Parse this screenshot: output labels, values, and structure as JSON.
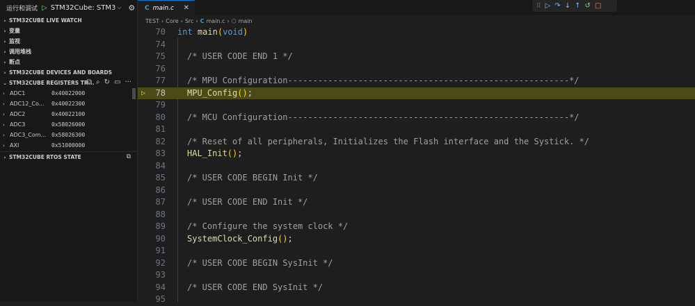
{
  "sidebar": {
    "run_debug_label": "运行和调试",
    "config_name": "STM32Cube: STM3",
    "sections": {
      "live_watch": "STM32CUBE LIVE WATCH",
      "variables": "变量",
      "watch": "监视",
      "call_stack": "调用堆栈",
      "breakpoints": "断点",
      "devices_boards": "STM32CUBE DEVICES AND BOARDS",
      "registers_tree": "STM32CUBE REGISTERS TR...",
      "rtos_state": "STM32CUBE RTOS STATE"
    },
    "registers": [
      {
        "name": "ADC1",
        "address": "0x40022000"
      },
      {
        "name": "ADC12_Co...",
        "address": "0x40022300"
      },
      {
        "name": "ADC2",
        "address": "0x40022100"
      },
      {
        "name": "ADC3",
        "address": "0x58026000"
      },
      {
        "name": "ADC3_Com...",
        "address": "0x58026300"
      },
      {
        "name": "AXI",
        "address": "0x51000000"
      }
    ]
  },
  "editor": {
    "tab_label": "main.c",
    "tab_icon_letter": "C",
    "breadcrumb": [
      "TEST",
      "Core",
      "Src",
      "main.c",
      "main"
    ],
    "lines": [
      {
        "n": "70",
        "text": "int main(void)"
      },
      {
        "n": "74",
        "text": ""
      },
      {
        "n": "75",
        "text": "/* USER CODE END 1 */"
      },
      {
        "n": "76",
        "text": ""
      },
      {
        "n": "77",
        "text": "/* MPU Configuration--------------------------------------------------------*/"
      },
      {
        "n": "78",
        "text": "MPU_Config();"
      },
      {
        "n": "79",
        "text": ""
      },
      {
        "n": "80",
        "text": "/* MCU Configuration--------------------------------------------------------*/"
      },
      {
        "n": "81",
        "text": ""
      },
      {
        "n": "82",
        "text": "/* Reset of all peripherals, Initializes the Flash interface and the Systick. */"
      },
      {
        "n": "83",
        "text": "HAL_Init();"
      },
      {
        "n": "84",
        "text": ""
      },
      {
        "n": "85",
        "text": "/* USER CODE BEGIN Init */"
      },
      {
        "n": "86",
        "text": ""
      },
      {
        "n": "87",
        "text": "/* USER CODE END Init */"
      },
      {
        "n": "88",
        "text": ""
      },
      {
        "n": "89",
        "text": "/* Configure the system clock */"
      },
      {
        "n": "90",
        "text": "SystemClock_Config();"
      },
      {
        "n": "91",
        "text": ""
      },
      {
        "n": "92",
        "text": "/* USER CODE BEGIN SysInit */"
      },
      {
        "n": "93",
        "text": ""
      },
      {
        "n": "94",
        "text": "/* USER CODE END SysInit */"
      },
      {
        "n": "95",
        "text": ""
      }
    ],
    "current_line": "78"
  },
  "colors": {
    "current_line_bg": "#4b4b18",
    "accent": "#0078d4"
  }
}
